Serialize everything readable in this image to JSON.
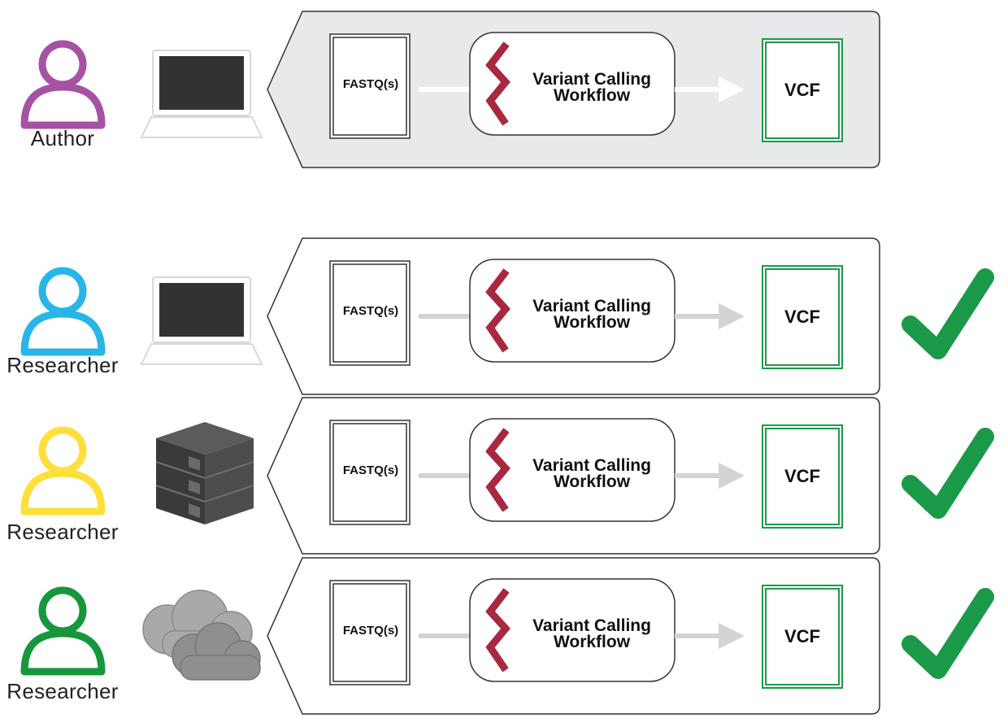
{
  "colors": {
    "author": "#a652a3",
    "researcher_1": "#29b5e8",
    "researcher_2": "#ffdf3a",
    "researcher_3": "#16973c",
    "check": "#1a9a48",
    "vcf_border": "#1c9a48",
    "workflow_logo": "#a8283f",
    "author_panel_fill": "#e8e9ea"
  },
  "rows": [
    {
      "person": {
        "label": "Author",
        "color_key": "author",
        "icon": "person-icon"
      },
      "platform": "laptop-icon",
      "input_label": "FASTQ(s)",
      "workflow_label_line1": "Variant Calling",
      "workflow_label_line2": "Workflow",
      "output_label": "VCF",
      "success": false
    },
    {
      "person": {
        "label": "Researcher",
        "color_key": "researcher_1",
        "icon": "person-icon"
      },
      "platform": "laptop-icon",
      "input_label": "FASTQ(s)",
      "workflow_label_line1": "Variant Calling",
      "workflow_label_line2": "Workflow",
      "output_label": "VCF",
      "success": true
    },
    {
      "person": {
        "label": "Researcher",
        "color_key": "researcher_2",
        "icon": "person-icon"
      },
      "platform": "server-icon",
      "input_label": "FASTQ(s)",
      "workflow_label_line1": "Variant Calling",
      "workflow_label_line2": "Workflow",
      "output_label": "VCF",
      "success": true
    },
    {
      "person": {
        "label": "Researcher",
        "color_key": "researcher_3",
        "icon": "person-icon"
      },
      "platform": "cloud-icon",
      "input_label": "FASTQ(s)",
      "workflow_label_line1": "Variant Calling",
      "workflow_label_line2": "Workflow",
      "output_label": "VCF",
      "success": true
    }
  ]
}
